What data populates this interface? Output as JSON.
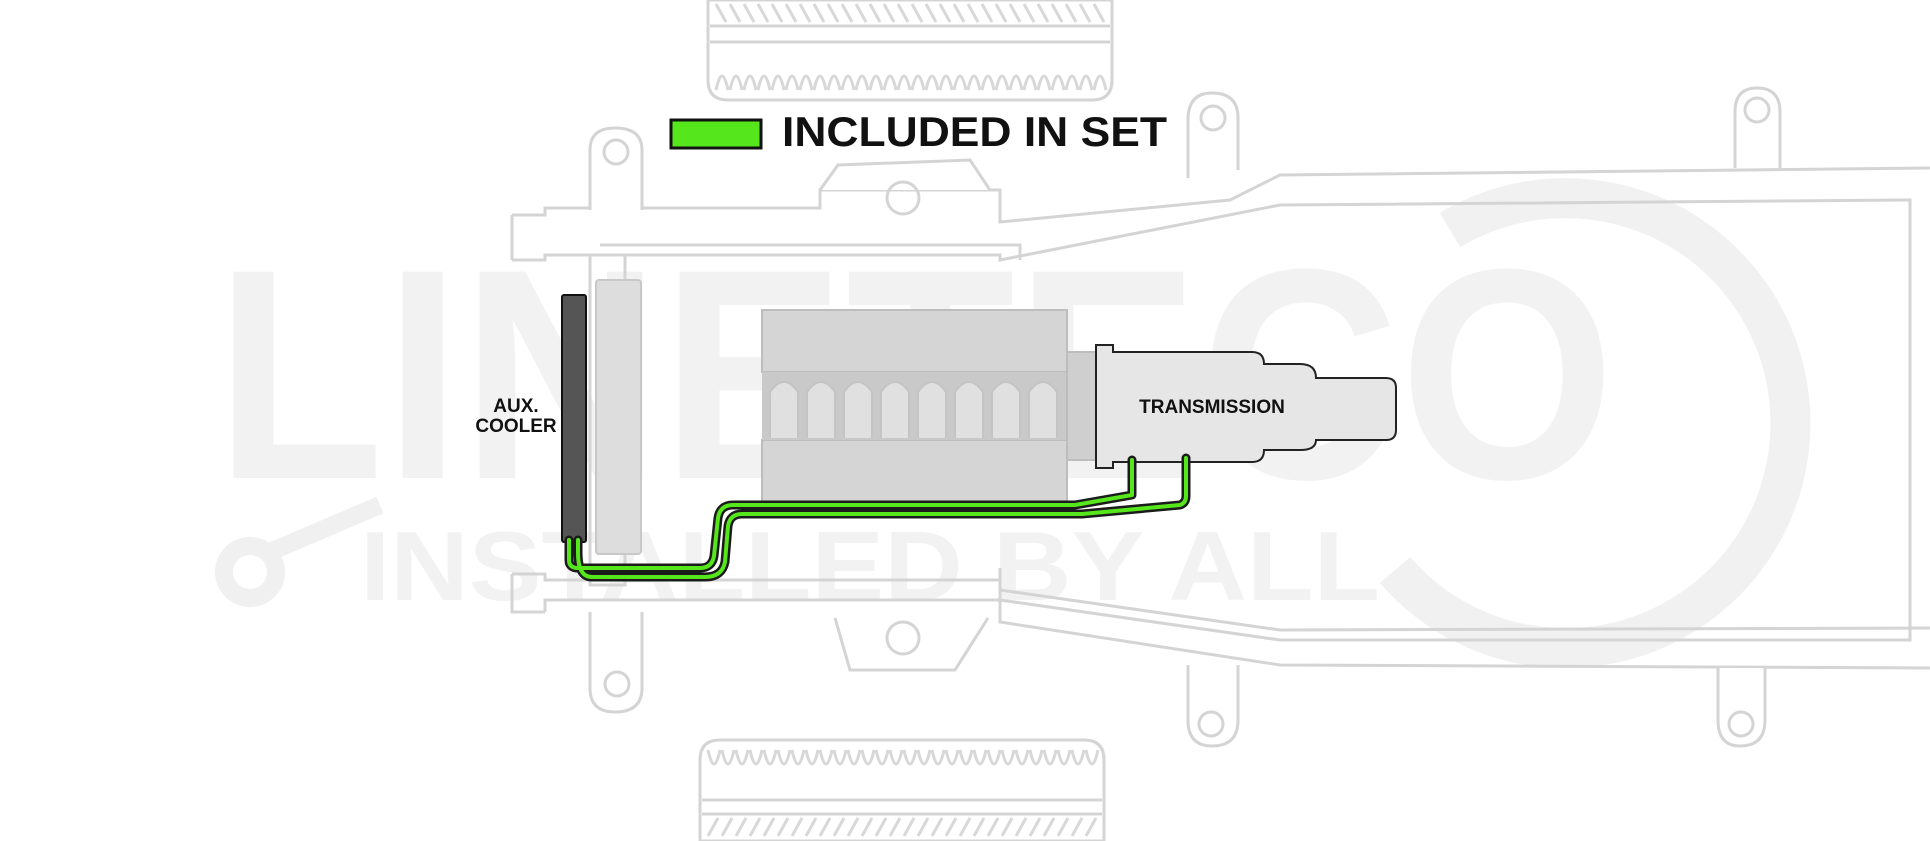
{
  "legend": {
    "text": "INCLUDED IN SET",
    "swatch_color": "#55e61c"
  },
  "labels": {
    "aux_cooler_line1": "AUX.",
    "aux_cooler_line2": "COOLER",
    "transmission": "TRANSMISSION"
  },
  "watermark": {
    "brand": "LINETECO",
    "tagline": "INSTALLED BY ALL"
  },
  "colors": {
    "line_green": "#55e61c",
    "line_outline": "#1b1b1b",
    "frame_gray": "#d4d4d4",
    "cooler_dark": "#555555"
  }
}
